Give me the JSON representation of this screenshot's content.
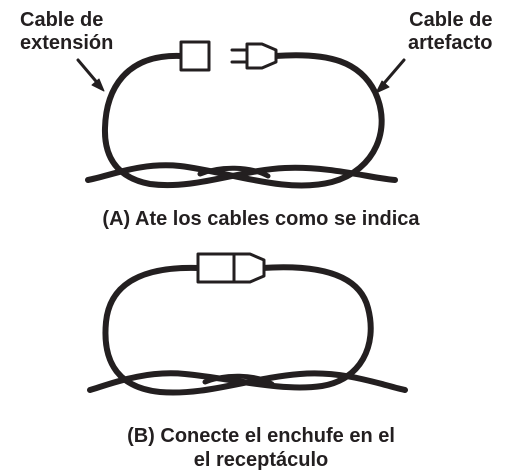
{
  "labels": {
    "extension_cord": [
      "Cable de",
      "extensión"
    ],
    "appliance_cord": [
      "Cable de",
      "artefacto"
    ]
  },
  "captions": {
    "a": "(A) Ate los cables como se indica",
    "b": [
      "(B) Conecte el enchufe en el",
      "el receptáculo"
    ]
  },
  "colors": {
    "ink": "#231f20",
    "background": "#ffffff"
  }
}
